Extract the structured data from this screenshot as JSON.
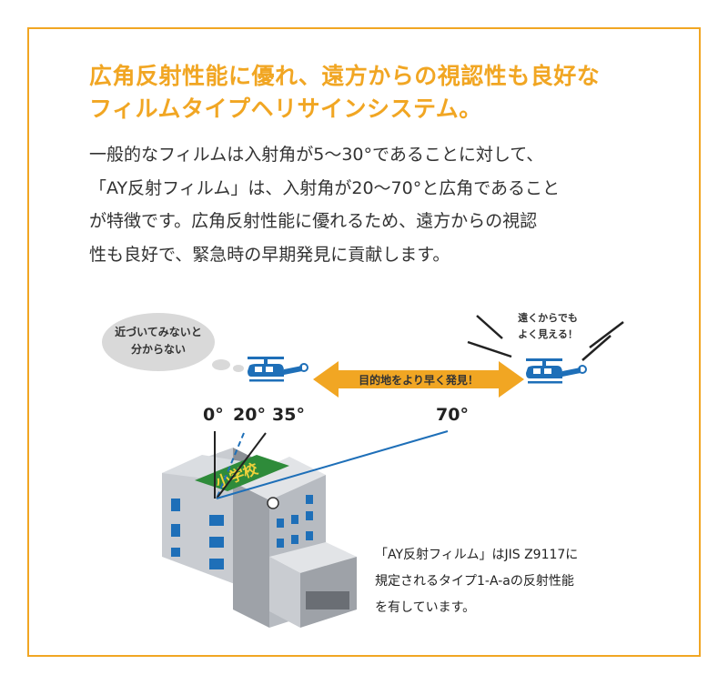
{
  "headline": {
    "line1": "広角反射性能に優れ、遠方からの視認性も良好な",
    "line2": "フィルムタイプヘリサインシステム。"
  },
  "body": {
    "lines": [
      "一般的なフィルムは入射角が5〜30°であることに対して、",
      "「AY反射フィルム」は、入射角が20〜70°と広角であること",
      "が特徴です。広角反射性能に優れるため、遠方からの視認",
      "性も良好で、緊急時の早期発見に貢献します。"
    ]
  },
  "diagram": {
    "thought_bubble": {
      "line1": "近づいてみないと",
      "line2": "分からない"
    },
    "speech": {
      "line1": "遠くからでも",
      "line2": "よく見える！"
    },
    "arrow_label": "目的地をより早く発見！",
    "angles": {
      "a0": "0°",
      "a20": "20°",
      "a35": "35°",
      "a70": "70°"
    },
    "school_sign": "小学校"
  },
  "note": {
    "lines": [
      "「AY反射フィルム」はJIS Z9117に",
      "規定されるタイプ1-A-aの反射性能",
      "を有しています。"
    ]
  },
  "colors": {
    "accent": "#f1a623",
    "helicopter": "#1e6fb8",
    "sign": "#2e8b3a",
    "building_light": "#c9ccd1",
    "building_dark": "#8c9096"
  }
}
